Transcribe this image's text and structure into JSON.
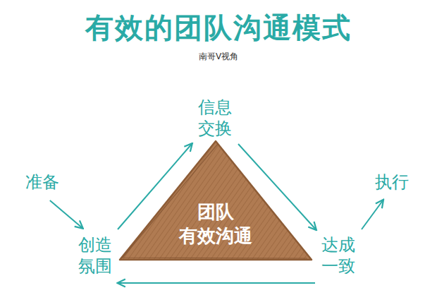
{
  "diagram": {
    "title": "有效的团队沟通模式",
    "nodes": [
      {
        "text": [
          "信息 交换"
        ]
      },
      {
        "text": [
          "准备"
        ]
      },
      {
        "text": [
          "执行"
        ]
      },
      {
        "text": [
          "团队 有效沟通"
        ]
      },
      {
        "text": [
          "创造 氛围"
        ]
      },
      {
        "text": [
          "达成 一致"
        ]
      }
    ],
    "edges": [
      {
        "from": 1,
        "to": 4,
        "arrow": "to"
      },
      {
        "from": 4,
        "to": 0,
        "arrow": "to"
      },
      {
        "from": 0,
        "to": 5,
        "arrow": "to"
      },
      {
        "from": 5,
        "to": 4,
        "arrow": "to"
      },
      {
        "from": 5,
        "to": 2,
        "arrow": "to"
      }
    ],
    "labels": [
      "南哥V视角"
    ]
  }
}
